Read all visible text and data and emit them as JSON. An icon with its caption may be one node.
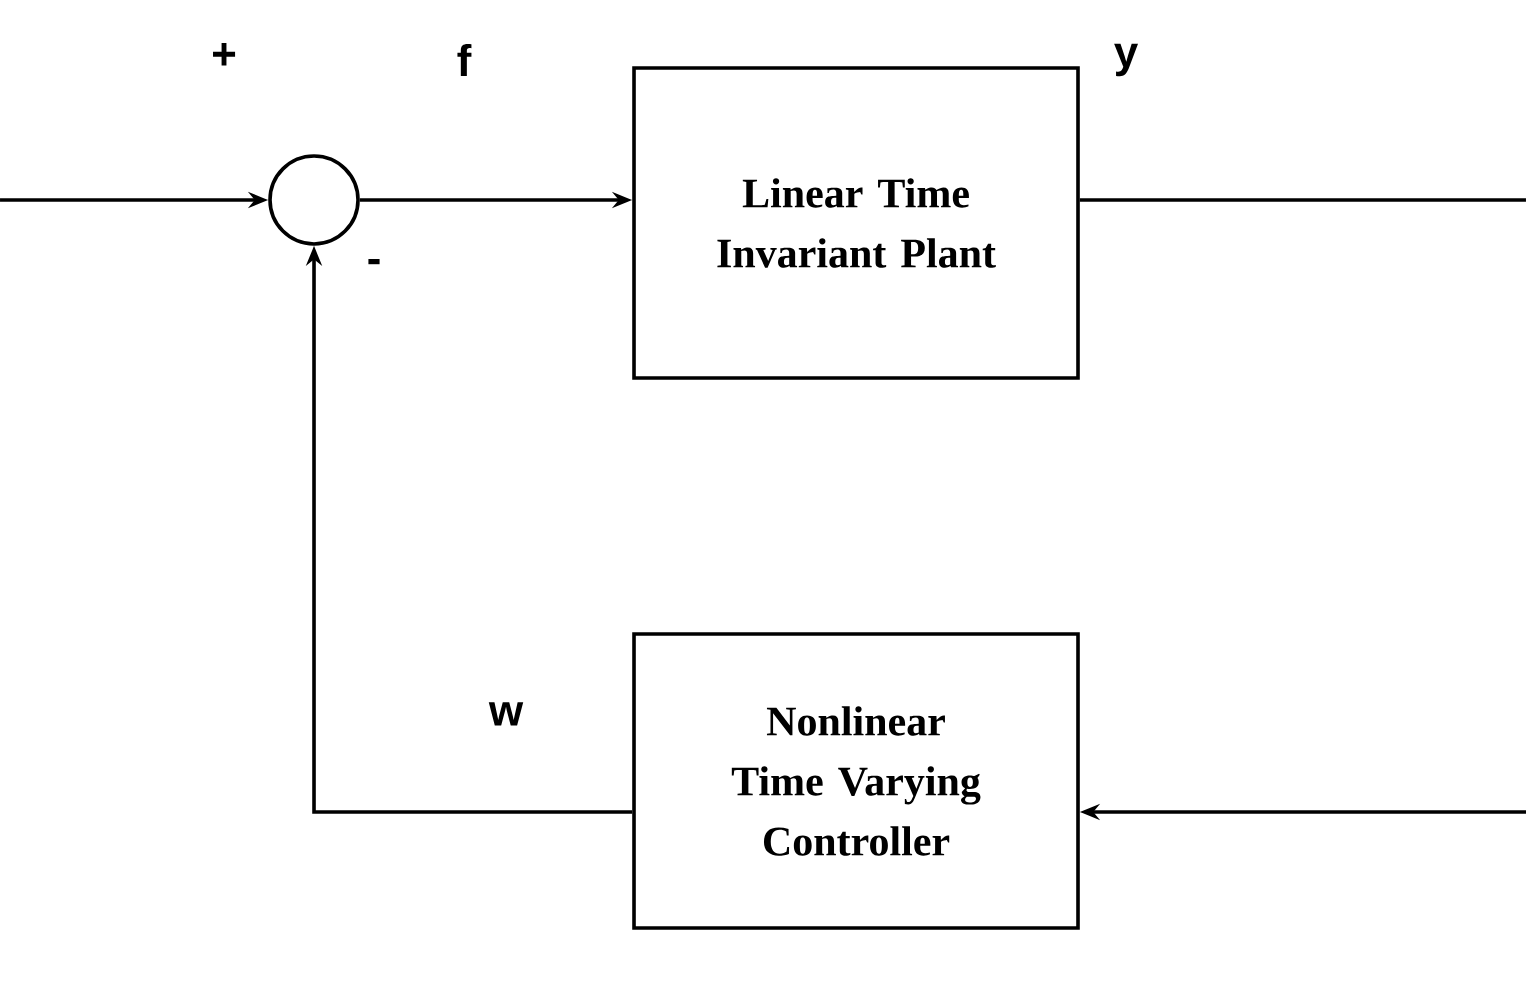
{
  "diagram": {
    "nodes": [
      {
        "text": [],
        "shape": "circle"
      },
      {
        "text": [
          "Linear Time Invariant Plant"
        ]
      },
      {
        "text": [
          "Nonlinear Time Varying Controller"
        ]
      }
    ],
    "edges": [
      {
        "from": null,
        "to": 0,
        "arrow": "to"
      },
      {
        "from": 0,
        "to": 1,
        "arrow": "to",
        "label": "f"
      },
      {
        "from": 1,
        "to": null,
        "arrow": "none",
        "label": "y"
      },
      {
        "from": null,
        "to": 2,
        "arrow": "to"
      },
      {
        "from": 2,
        "to": 0,
        "arrow": "to",
        "label": "w"
      }
    ],
    "labels": [
      "+",
      "-"
    ]
  }
}
